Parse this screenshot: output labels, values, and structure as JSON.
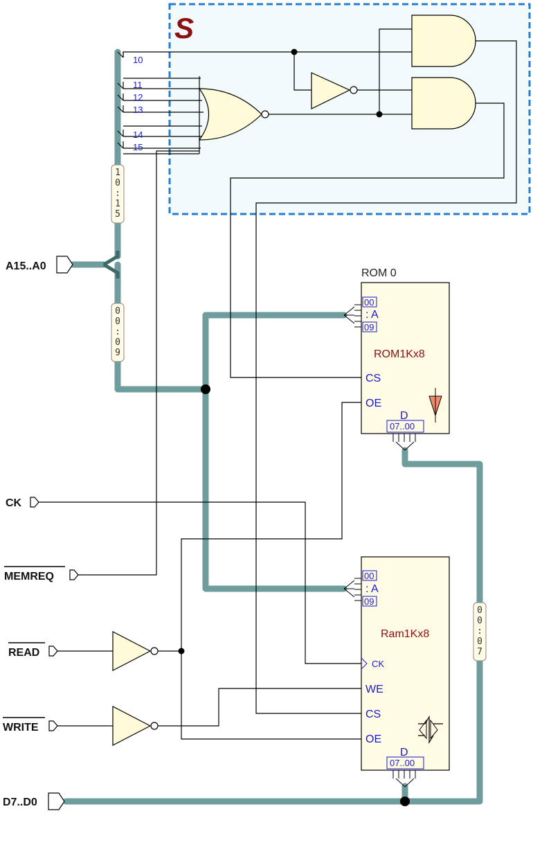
{
  "selection": {
    "label": "S"
  },
  "ports": {
    "address": "A15..A0",
    "clock": "CK",
    "memreq": "MEMREQ",
    "read": "READ",
    "write": "WRITE",
    "data": "D7..D0"
  },
  "address_lines": [
    "10",
    "11",
    "12",
    "13",
    "14",
    "15"
  ],
  "bus_labels": {
    "high": [
      "1",
      "0",
      ":",
      "1",
      "5"
    ],
    "low": [
      "0",
      "0",
      ":",
      "0",
      "9"
    ],
    "data": [
      "0",
      "0",
      ":",
      "0",
      "7"
    ]
  },
  "rom": {
    "title": "ROM 0",
    "name": "ROM1Kx8",
    "addr_top": "00",
    "addr_sep": ": A",
    "addr_bottom": "09",
    "cs": "CS",
    "oe": "OE",
    "d": "D",
    "d_range": "07..00"
  },
  "ram": {
    "name": "Ram1Kx8",
    "addr_top": "00",
    "addr_sep": ": A",
    "addr_bottom": "09",
    "ck": "CK",
    "we": "WE",
    "cs": "CS",
    "oe": "OE",
    "d": "D",
    "d_range": "07..00"
  },
  "colors": {
    "bus": "#6f9c9c",
    "gate_fill": "#fffbd8",
    "selection_border": "#1f7fd6",
    "label_blue": "#1a1acc",
    "chip_name": "#8b1010"
  }
}
